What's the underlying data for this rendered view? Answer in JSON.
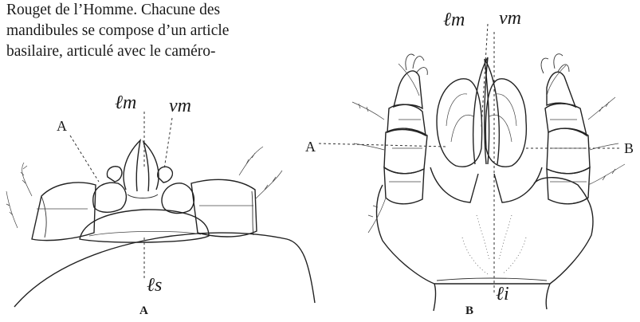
{
  "paragraph": {
    "lines": [
      "Rouget de l’Homme. Chacune des",
      "mandibules se compose d’un article",
      "basilaire, articulé avec le caméro-"
    ]
  },
  "figure_a": {
    "labels": {
      "lm": "ℓm",
      "vm": "vm",
      "A": "A",
      "ls": "ℓs"
    },
    "caption": "A"
  },
  "figure_b": {
    "labels": {
      "lm": "ℓm",
      "vm": "vm",
      "A": "A",
      "B": "B",
      "li": "ℓi"
    },
    "caption": "B"
  }
}
